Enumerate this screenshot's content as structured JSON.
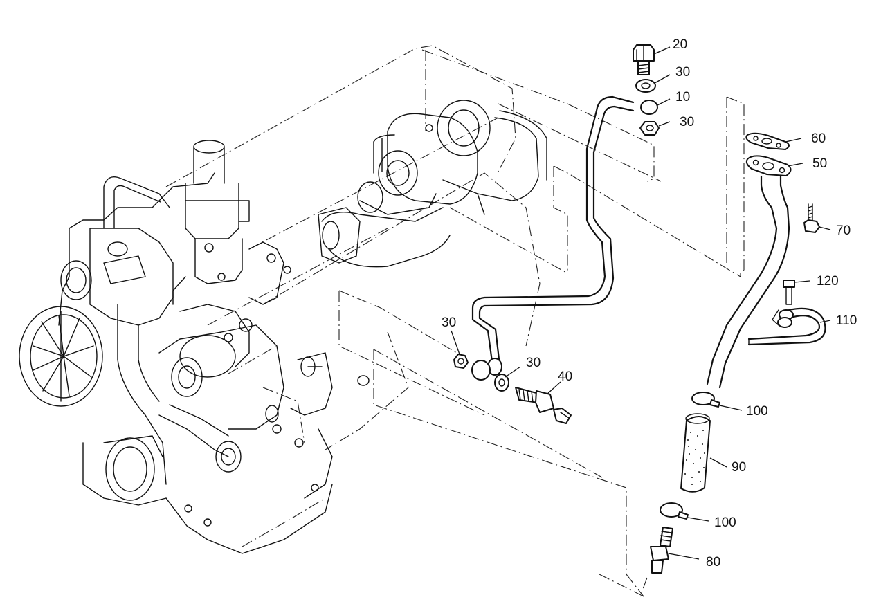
{
  "parts": [
    {
      "id": "p20",
      "number": "20"
    },
    {
      "id": "p30a",
      "number": "30"
    },
    {
      "id": "p10",
      "number": "10"
    },
    {
      "id": "p30b",
      "number": "30"
    },
    {
      "id": "p60",
      "number": "60"
    },
    {
      "id": "p50",
      "number": "50"
    },
    {
      "id": "p70",
      "number": "70"
    },
    {
      "id": "p120",
      "number": "120"
    },
    {
      "id": "p110",
      "number": "110"
    },
    {
      "id": "p30c",
      "number": "30"
    },
    {
      "id": "p30d",
      "number": "30"
    },
    {
      "id": "p40",
      "number": "40"
    },
    {
      "id": "p100a",
      "number": "100"
    },
    {
      "id": "p90",
      "number": "90"
    },
    {
      "id": "p100b",
      "number": "100"
    },
    {
      "id": "p80",
      "number": "80"
    }
  ]
}
